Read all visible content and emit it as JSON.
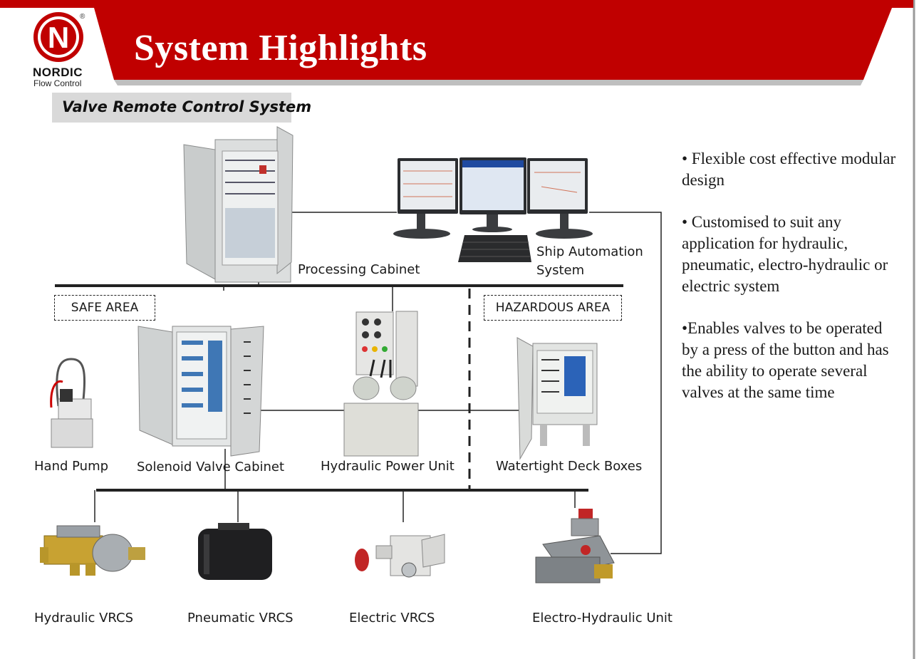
{
  "header": {
    "title": "System Highlights",
    "brand_name": "NORDIC",
    "brand_sub": "Flow Control",
    "logo_letter": "N",
    "colors": {
      "banner": "#c00000",
      "accent_grey": "#d9d9d9"
    }
  },
  "subtitle": "Valve Remote Control System",
  "diagram": {
    "areas": {
      "safe": "SAFE  AREA",
      "hazardous": "HAZARDOUS AREA"
    },
    "labels": {
      "processing_cabinet": "Processing Cabinet",
      "ship_automation_1": "Ship Automation",
      "ship_automation_2": "System",
      "hand_pump": "Hand Pump",
      "solenoid_valve_cabinet": "Solenoid Valve Cabinet",
      "hydraulic_power_unit": "Hydraulic Power Unit",
      "watertight_deck_boxes": "Watertight Deck Boxes",
      "hydraulic_vrcs": "Hydraulic VRCS",
      "pneumatic_vrcs": "Pneumatic VRCS",
      "electric_vrcs": "Electric VRCS",
      "electro_hydraulic_unit": "Electro-Hydraulic Unit"
    }
  },
  "highlights": [
    "• Flexible cost effective modular design",
    "• Customised to suit any application for hydraulic, pneumatic, electro-hydraulic or electric system",
    "•Enables valves to be operated by a press of the button and has the ability to operate several valves at the same time"
  ]
}
